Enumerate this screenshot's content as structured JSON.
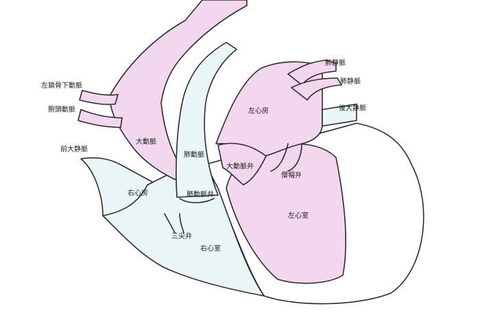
{
  "colors": {
    "oxygenated": "#f2d7ef",
    "deoxygenated": "#eaf5f7",
    "outline": "#2b2b2b",
    "background": "#ffffff"
  },
  "labels": {
    "left_subclavian_artery": "左鎖骨下動脈",
    "brachiocephalic_artery": "腕頭動脈",
    "superior_vena_cava": "前大静脈",
    "aorta": "大動脈",
    "right_atrium": "右心房",
    "pulmonary_artery": "肺動脈",
    "pulmonary_valve": "肺動脈弁",
    "tricuspid_valve": "三尖弁",
    "right_ventricle": "右心室",
    "aortic_valve": "大動脈弁",
    "left_atrium": "左心房",
    "mitral_valve": "僧帽弁",
    "left_ventricle": "左心室",
    "pulmonary_vein_1": "肺静脈",
    "pulmonary_vein_2": "肺静脈",
    "inferior_vena_cava": "後大静脈"
  }
}
